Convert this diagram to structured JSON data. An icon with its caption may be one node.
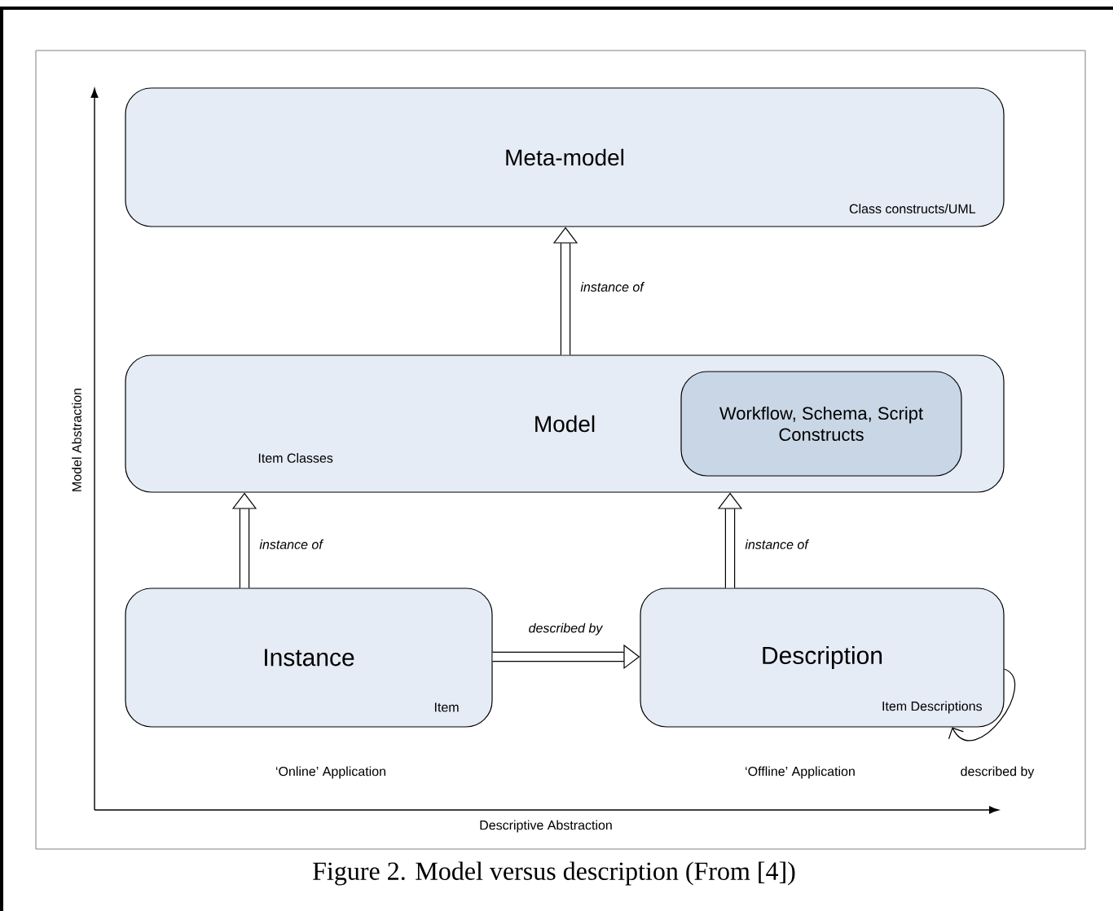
{
  "diagram": {
    "caption": "Figure 2. Model versus description (From [4])",
    "nodes": [
      {
        "text": [
          "Meta-model",
          "Class constructs/UML"
        ]
      },
      {
        "text": [
          "Model",
          "Item Classes"
        ]
      },
      {
        "text": [
          "Workflow, Schema, Script Constructs"
        ],
        "in": 1
      },
      {
        "text": [
          "Instance",
          "Item"
        ],
        "beside": [
          "‘Online’ Application"
        ]
      },
      {
        "text": [
          "Description",
          "Item Descriptions"
        ],
        "beside": [
          "‘Offline’ Application"
        ]
      }
    ],
    "edges": [
      {
        "from": 1,
        "to": 0,
        "arrow": "to",
        "label": "instance of"
      },
      {
        "from": 3,
        "to": 1,
        "arrow": "to",
        "label": "instance of"
      },
      {
        "from": 4,
        "to": 1,
        "arrow": "to",
        "label": "instance of"
      },
      {
        "from": 3,
        "to": 4,
        "arrow": "to",
        "label": "described by"
      },
      {
        "from": 4,
        "to": 4,
        "arrow": "to",
        "label": "described by"
      }
    ],
    "labels": [
      "Model Abstraction",
      "Descriptive Abstraction"
    ]
  }
}
